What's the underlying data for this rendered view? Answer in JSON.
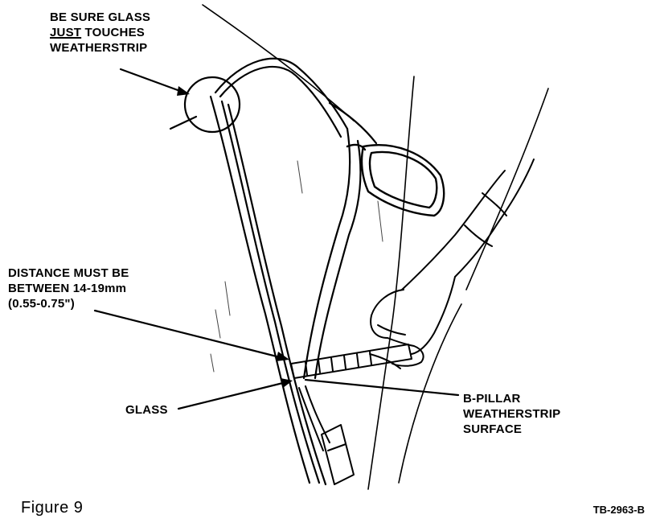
{
  "callouts": {
    "glass_touch": {
      "line1": "BE SURE GLASS",
      "line2_underlined": "JUST",
      "line2_rest": " TOUCHES",
      "line3": "WEATHERSTRIP"
    },
    "distance": {
      "line1": "DISTANCE MUST BE",
      "line2": "BETWEEN 14-19mm",
      "line3": "(0.55-0.75\")"
    },
    "glass": "GLASS",
    "pillar": {
      "line1": "B-PILLAR",
      "line2": "WEATHERSTRIP",
      "line3": "SURFACE"
    }
  },
  "caption": {
    "figure": "Figure 9",
    "code": "TB-2963-B"
  }
}
